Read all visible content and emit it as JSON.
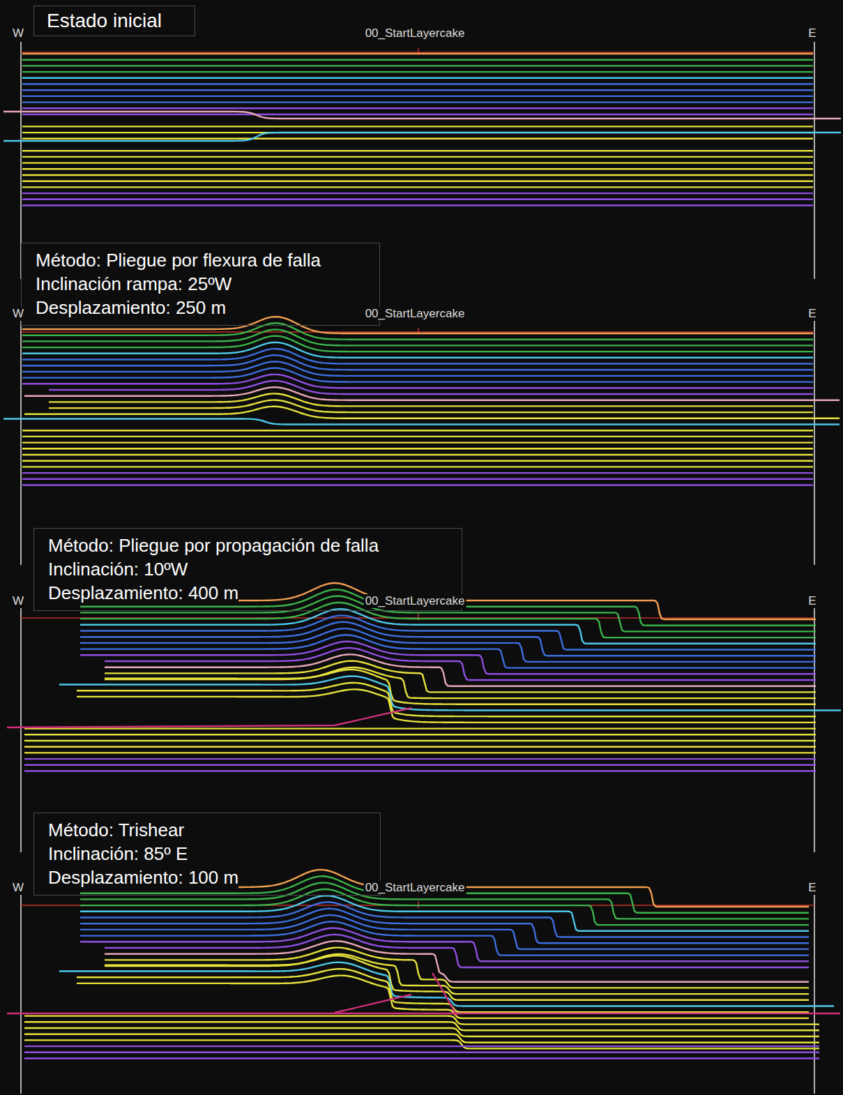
{
  "diagram": {
    "nodes": [
      {
        "text": [
          "Estado inicial"
        ]
      },
      {
        "text": [
          "Método: Pliegue por flexura de falla",
          "Inclinación rampa: 25ºW",
          "Desplazamiento: 250 m"
        ]
      },
      {
        "text": [
          "Método: Pliegue por propagación de falla",
          "Inclinación: 10ºW",
          "Desplazamiento: 400 m"
        ]
      },
      {
        "text": [
          "Método: Trishear",
          "Inclinación: 85º E",
          "Desplazamiento: 100 m"
        ]
      }
    ],
    "labels": [
      "W",
      "00_StartLayercake",
      "E",
      "W",
      "00_StartLayercake",
      "E",
      "W",
      "00_StartLayercake",
      "E",
      "W",
      "00_StartLayercake",
      "E"
    ]
  }
}
